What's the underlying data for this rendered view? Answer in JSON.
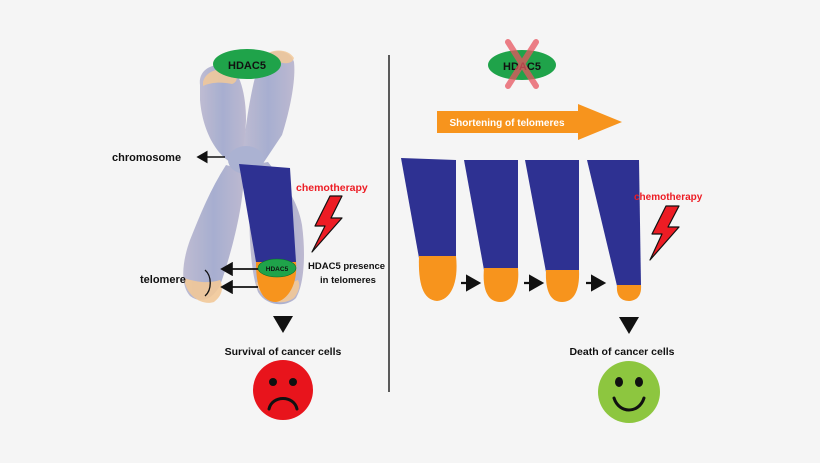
{
  "left_panel": {
    "hdac5_label": "HDAC5",
    "chromosome_label": "chromosome",
    "telomere_label": "telomere",
    "chemotherapy_label": "chemotherapy",
    "hdac5_small_label": "HDAC5",
    "hdac5_presence_line1": "HDAC5 presence",
    "hdac5_presence_line2": "in telomeres",
    "outcome_label": "Survival of cancer cells"
  },
  "right_panel": {
    "hdac5_crossed_label": "HDAC5",
    "shortening_label": "Shortening of telomeres",
    "chemotherapy_label": "chemotherapy",
    "outcome_label": "Death of cancer cells"
  },
  "colors": {
    "background": "#f5f5f5",
    "chromatid_blue": "#2e3192",
    "telomere_orange": "#f7941d",
    "hdac5_green": "#1fa34a",
    "chemo_red": "#ed1c24",
    "sad_face": "#e8141c",
    "happy_face": "#8dc63f",
    "chromosome_gray": "#a8acc9"
  },
  "icons": {
    "lightning": "lightning-bolt-icon",
    "sad": "sad-face-icon",
    "happy": "happy-face-icon",
    "cross": "red-x-icon"
  }
}
